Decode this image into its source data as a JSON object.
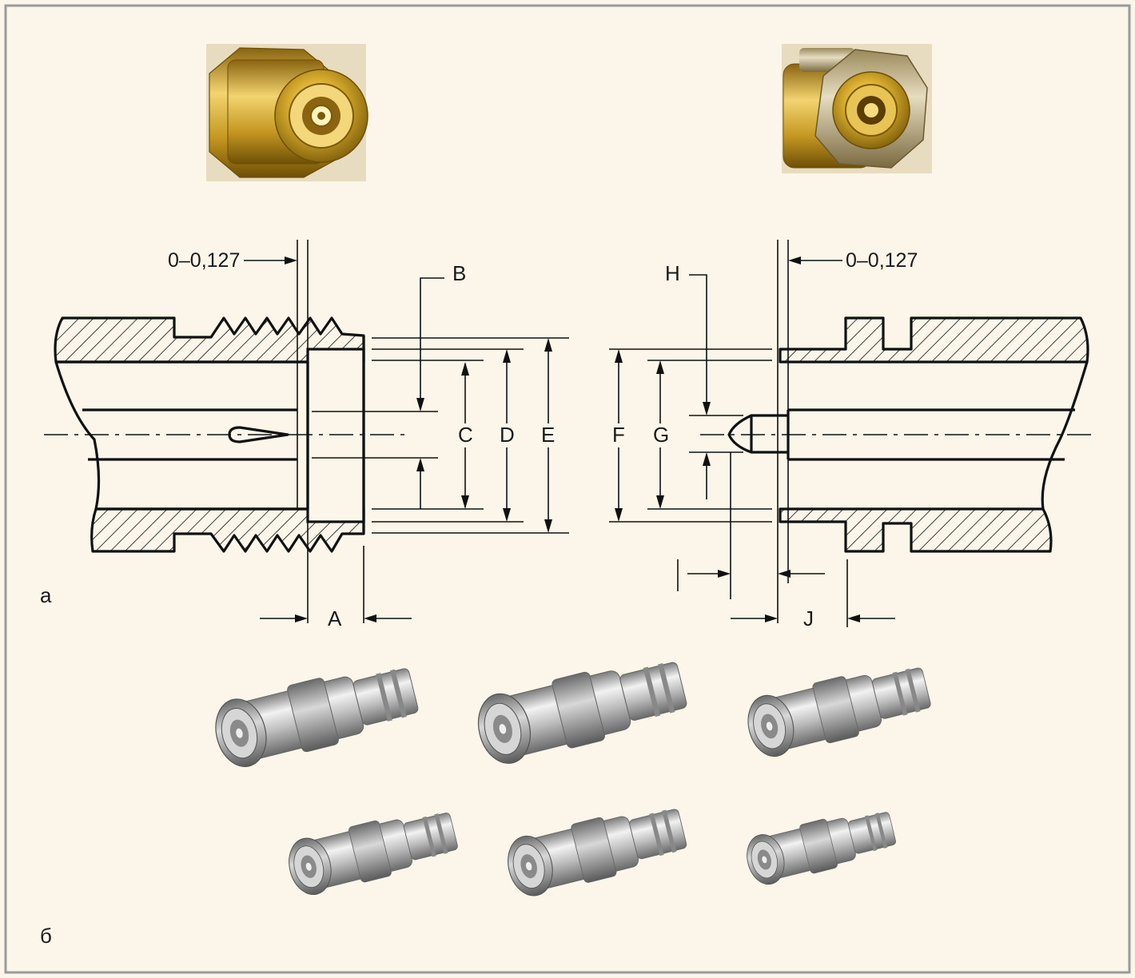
{
  "panel_labels": {
    "a": "а",
    "b": "б"
  },
  "left_drawing": {
    "tolerance_label": "0–0,127",
    "dims": {
      "A": "A",
      "B": "B",
      "C": "C",
      "D": "D",
      "E": "E"
    }
  },
  "right_drawing": {
    "tolerance_label": "0–0,127",
    "dims": {
      "F": "F",
      "G": "G",
      "H": "H",
      "J": "J"
    }
  },
  "colors": {
    "background": "#fbf6e9",
    "frame": "#9a9a9a",
    "gold": "#c9a227",
    "silver": "#c8c8c8"
  },
  "icons": {
    "photo_female_connector": "gold-female-connector-icon",
    "photo_male_connector": "gold-male-connector-icon",
    "adapters": "silver-adapter-icon"
  }
}
